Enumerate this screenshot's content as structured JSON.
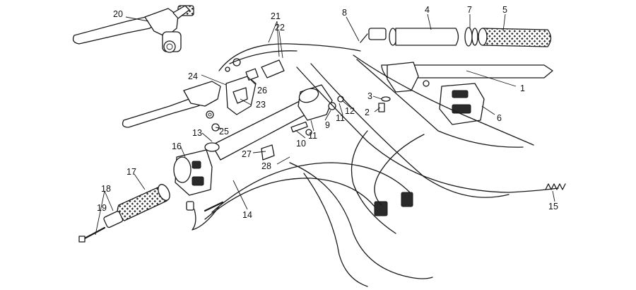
{
  "callouts": [
    {
      "id": "c1",
      "label": "1"
    },
    {
      "id": "c2",
      "label": "2"
    },
    {
      "id": "c3",
      "label": "3"
    },
    {
      "id": "c4",
      "label": "4"
    },
    {
      "id": "c5",
      "label": "5"
    },
    {
      "id": "c6",
      "label": "6"
    },
    {
      "id": "c7",
      "label": "7"
    },
    {
      "id": "c8",
      "label": "8"
    },
    {
      "id": "c9",
      "label": "9"
    },
    {
      "id": "c10",
      "label": "10"
    },
    {
      "id": "c11a",
      "label": "11"
    },
    {
      "id": "c11b",
      "label": "11"
    },
    {
      "id": "c12",
      "label": "12"
    },
    {
      "id": "c13",
      "label": "13"
    },
    {
      "id": "c14",
      "label": "14"
    },
    {
      "id": "c15",
      "label": "15"
    },
    {
      "id": "c16",
      "label": "16"
    },
    {
      "id": "c17",
      "label": "17"
    },
    {
      "id": "c18",
      "label": "18"
    },
    {
      "id": "c19",
      "label": "19"
    },
    {
      "id": "c20",
      "label": "20"
    },
    {
      "id": "c21",
      "label": "21"
    },
    {
      "id": "c22",
      "label": "22"
    },
    {
      "id": "c23",
      "label": "23"
    },
    {
      "id": "c24",
      "label": "24"
    },
    {
      "id": "c25",
      "label": "25"
    },
    {
      "id": "c26",
      "label": "26"
    },
    {
      "id": "c27",
      "label": "27"
    },
    {
      "id": "c28",
      "label": "28"
    }
  ]
}
